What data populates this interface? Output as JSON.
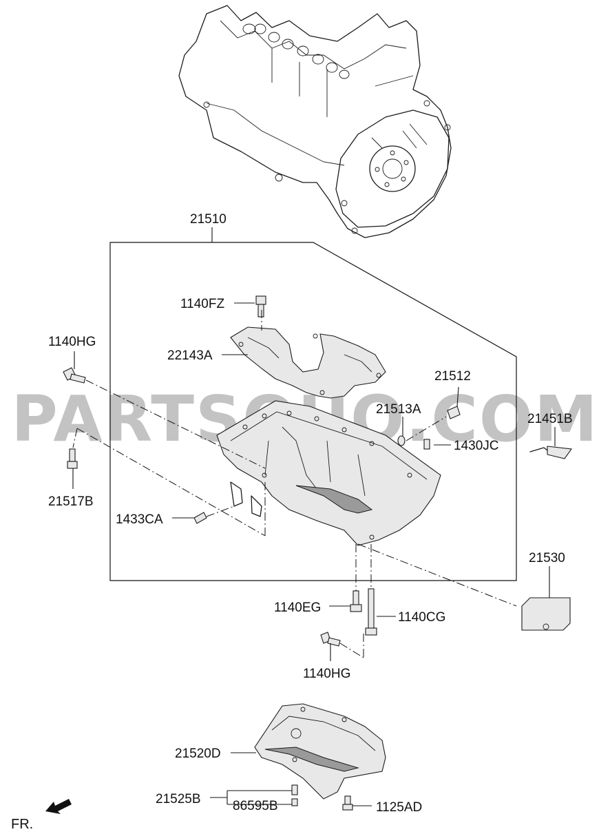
{
  "watermark": "PARTSOUQ.COM",
  "direction_label": "FR.",
  "labels": {
    "p21510": "21510",
    "p1140FZ": "1140FZ",
    "p22143A": "22143A",
    "p1140HG_left": "1140HG",
    "p21512": "21512",
    "p21513A": "21513A",
    "p1430JC": "1430JC",
    "p21451B": "21451B",
    "p21517B": "21517B",
    "p1433CA": "1433CA",
    "p21530": "21530",
    "p1140EG": "1140EG",
    "p1140CG": "1140CG",
    "p1140HG_bottom": "1140HG",
    "p21520D": "21520D",
    "p21525B": "21525B",
    "p86595B": "86595B",
    "p1125AD": "1125AD"
  }
}
